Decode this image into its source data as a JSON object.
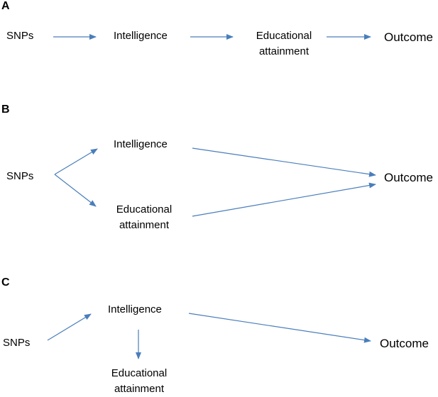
{
  "panels": {
    "A": {
      "letter": "A",
      "snps": "SNPs",
      "intelligence": "Intelligence",
      "edu_line1": "Educational",
      "edu_line2": "attainment",
      "outcome": "Outcome"
    },
    "B": {
      "letter": "B",
      "snps": "SNPs",
      "intelligence": "Intelligence",
      "edu_line1": "Educational",
      "edu_line2": "attainment",
      "outcome": "Outcome"
    },
    "C": {
      "letter": "C",
      "snps": "SNPs",
      "intelligence": "Intelligence",
      "edu_line1": "Educational",
      "edu_line2": "attainment",
      "outcome": "Outcome"
    }
  },
  "colors": {
    "arrow": "#4a7ebb",
    "text": "#000000"
  }
}
